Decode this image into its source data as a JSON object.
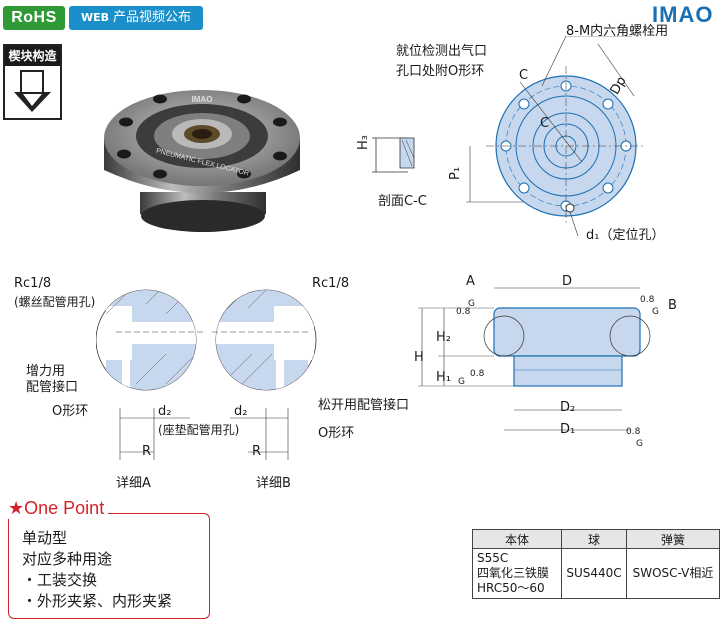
{
  "header": {
    "rohs": "RoHS",
    "web_tag": "WEB",
    "web_label": "产品视频公布",
    "brand": "IMAO"
  },
  "wedge": {
    "title": "楔块构造"
  },
  "product": {
    "engraving": "PNEUMATIC FLEX LOCATOR",
    "logo": "IMAO"
  },
  "section_view": {
    "label": "剖面C-C",
    "h3": "H₃",
    "p1": "P₁"
  },
  "top_view": {
    "callout_sensor": [
      "就位检测出气口",
      "孔口处附O形环"
    ],
    "callout_bolts": "8-M内六角螺栓用",
    "dp": "Dp",
    "c_label": "C",
    "d1_note": "d₁（定位孔）"
  },
  "detail_a": {
    "rc": "Rc1/8",
    "rc_note": "(螺丝配管用孔)",
    "port": [
      "增力用",
      "配管接口"
    ],
    "oring": "O形环",
    "d2": "d₂",
    "d2_note": "(座垫配管用孔)",
    "r": "R",
    "caption": "详细A"
  },
  "detail_b": {
    "rc": "Rc1/8",
    "port": "松开用配管接口",
    "oring": "O形环",
    "d2": "d₂",
    "r": "R",
    "caption": "详细B"
  },
  "side_view": {
    "a": "A",
    "b": "B",
    "d": "D",
    "d1": "D₁",
    "d2": "D₂",
    "h": "H",
    "h1": "H₁",
    "h2": "H₂",
    "roughness": "0.8",
    "g": "G"
  },
  "one_point": {
    "title": "One Point",
    "lines": [
      "单动型",
      "对应多种用途",
      "・工装交换",
      "・外形夹紧、内形夹紧"
    ]
  },
  "materials": {
    "headers": [
      "本体",
      "球",
      "弹簧"
    ],
    "body": [
      "S55C",
      "四氧化三铁膜",
      "HRC50～60"
    ],
    "ball": "SUS440C",
    "spring": "SWOSC-V相近"
  },
  "colors": {
    "accent_red": "#d2232a",
    "drawing_blue": "#1b6fb3",
    "section_fill": "#c7d8ee",
    "rohs_green": "#2f9a35",
    "web_blue": "#1a8fc9"
  }
}
